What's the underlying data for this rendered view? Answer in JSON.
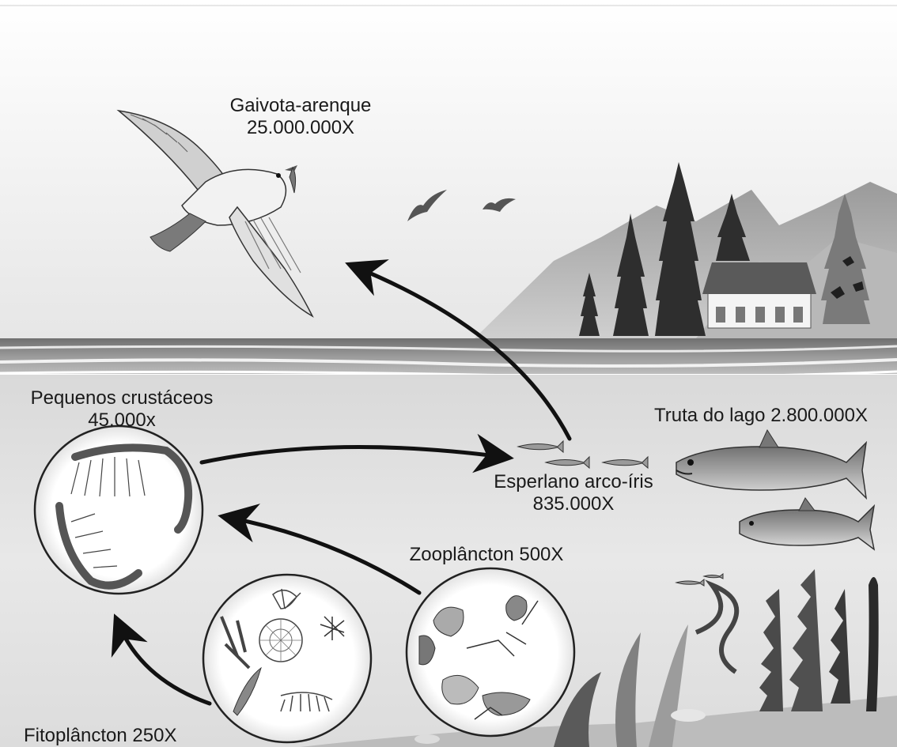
{
  "diagram": {
    "organisms": {
      "gull": {
        "name": "Gaivota-arenque",
        "factor": "25.000.000X"
      },
      "crustaceans": {
        "name": "Pequenos crustáceos",
        "factor": "45.000x"
      },
      "trout": {
        "label": "Truta do lago 2.800.000X"
      },
      "smelt": {
        "name": "Esperlano arco-íris",
        "factor": "835.000X"
      },
      "zooplankton": {
        "label": "Zooplâncton 500X"
      },
      "phytoplankton": {
        "label": "Fitoplâncton 250X"
      }
    }
  }
}
